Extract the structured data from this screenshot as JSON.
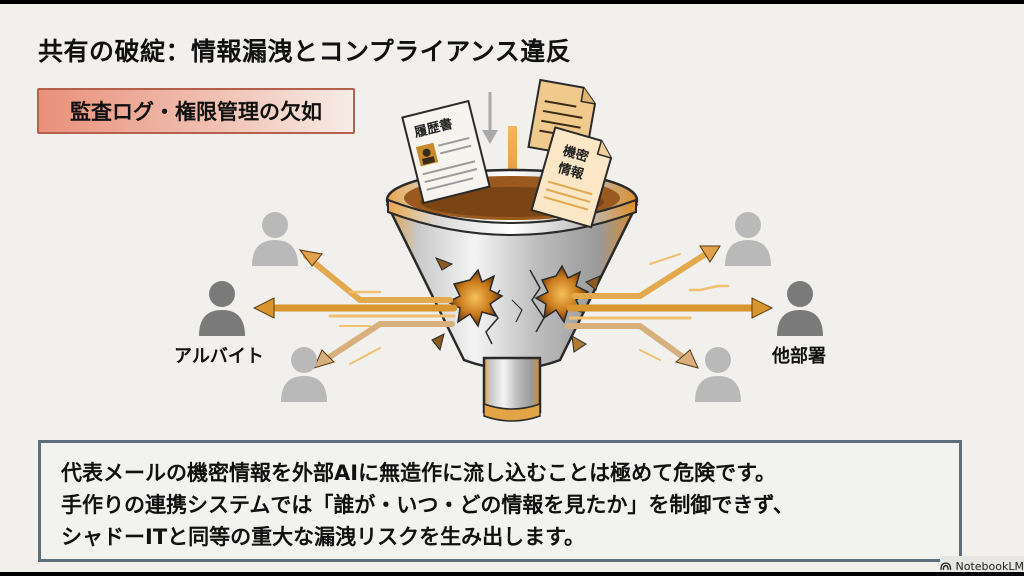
{
  "slide": {
    "title": "共有の破綻：情報漏洩とコンプライアンス違反",
    "tag_label": "監査ログ・権限管理の欠如",
    "documents": [
      {
        "label": "履歴書",
        "kind": "resume"
      },
      {
        "label": "",
        "kind": "document"
      },
      {
        "label": "機密情報",
        "label_line1": "機密",
        "label_line2": "情報",
        "kind": "confidential"
      }
    ],
    "central_graphic": "cracked-funnel-icon",
    "persons": [
      {
        "position": "left-upper",
        "label": ""
      },
      {
        "position": "left-middle",
        "label": "アルバイト"
      },
      {
        "position": "left-lower",
        "label": ""
      },
      {
        "position": "right-upper",
        "label": ""
      },
      {
        "position": "right-middle",
        "label": "他部署"
      },
      {
        "position": "right-lower",
        "label": ""
      }
    ],
    "callout_lines": [
      "代表メールの機密情報を外部AIに無造作に流し込むことは極めて危険です。",
      "手作りの連携システムでは「誰が・いつ・どの情報を見たか」を制御できず、",
      "シャドーITと同等の重大な漏洩リスクを生み出します。"
    ]
  },
  "badge": {
    "icon": "notebooklm-icon",
    "label": "NotebookLM"
  },
  "colors": {
    "background": "#f1f0ec",
    "accent_orange": "#e8a33c",
    "tag_fill": "#e9907a",
    "tag_border": "#b5604c",
    "callout_border": "#5d6f7d",
    "person_dark": "#7a7a7a",
    "person_light": "#b9b9b9"
  }
}
